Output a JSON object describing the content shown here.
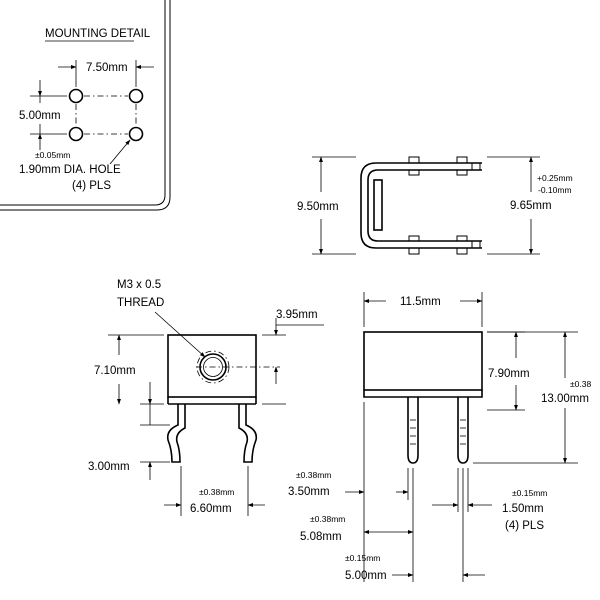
{
  "mounting_detail": {
    "title": "MOUNTING DETAIL",
    "hole_spacing_x": "7.50mm",
    "hole_spacing_y": "5.00mm",
    "hole_tolerance": "±0.05mm",
    "hole_diameter": "1.90mm DIA. HOLE",
    "hole_count": "(4) PLS"
  },
  "side_view": {
    "height_inner": "9.50mm",
    "height_outer": "9.65mm",
    "tolerance_plus": "+0.25mm",
    "tolerance_minus": "-0.10mm"
  },
  "front_view": {
    "thread_line1": "M3 x 0.5",
    "thread_line2": "THREAD",
    "thread_offset": "3.95mm",
    "body_height": "7.10mm",
    "pin_length": "3.00mm",
    "pin_spacing_tol": "±0.38mm",
    "pin_spacing": "6.60mm"
  },
  "end_view": {
    "width": "11.5mm",
    "body_height": "7.90mm",
    "total_height": "13.00mm",
    "total_height_tol": "±0.38",
    "pin_offset_tol": "±0.38mm",
    "pin_offset": "3.50mm",
    "pin_width_tol": "±0.15mm",
    "pin_width": "1.50mm",
    "pin_count": "(4) PLS",
    "pin_origin_tol": "±0.38mm",
    "pin_origin": "5.08mm",
    "pin_pitch_tol": "±0.15mm",
    "pin_pitch": "5.00mm"
  }
}
